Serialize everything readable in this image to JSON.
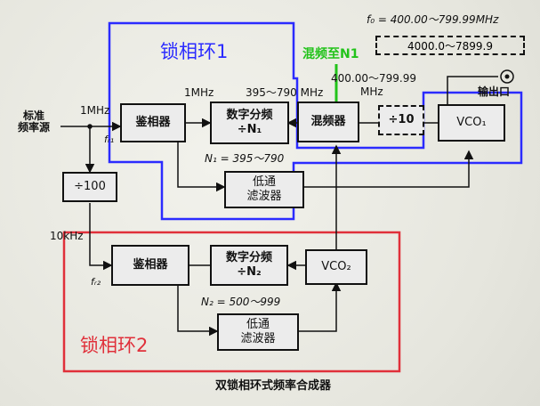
{
  "blocks": {
    "pd1": "鉴相器",
    "div1": "数字分频\n÷N₁",
    "mixer": "混频器",
    "div10": "÷10",
    "vco1": "VCO₁",
    "div100": "÷100",
    "lpf1": "低通\n滤波器",
    "pd2": "鉴相器",
    "div2": "数字分频\n÷N₂",
    "vco2": "VCO₂",
    "lpf2": "低通\n滤波器"
  },
  "labels": {
    "f0_range": "f₀ = 400.00～799.99MHz",
    "display": "4000.0～7899.9",
    "ref_source": "标准\n频率源",
    "ref_freq": "1MHz",
    "fr1": "fᵣ₁",
    "div1_freq": "1MHz",
    "mix_range": "395～790 MHz",
    "vco_range": "400.00～799.99",
    "vco_unit": "MHz",
    "output": "输出口",
    "n1_range": "N₁ = 395～790",
    "ref_10k": "10kHz",
    "fr2": "fᵣ₂",
    "n2_range": "N₂ = 500～999",
    "caption": "双锁相环式频率合成器"
  },
  "annotations": {
    "loop1": "锁相环1",
    "loop2": "锁相环2",
    "mixer_note": "混频至N1"
  },
  "colors": {
    "loop1": "#2b2bff",
    "loop2": "#e0303a",
    "annotation": "#22c31a"
  }
}
